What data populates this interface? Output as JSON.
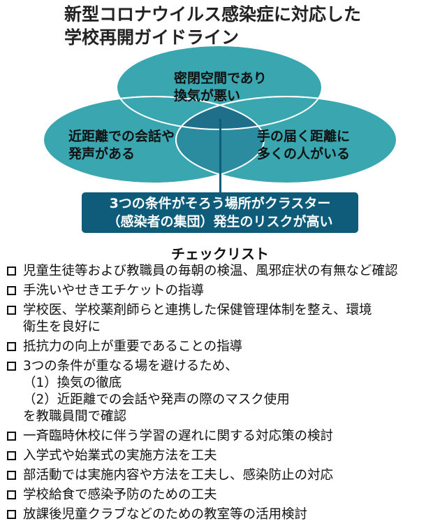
{
  "title": {
    "line1": "新型コロナウイルス感染症に対応した",
    "line2": "学校再開ガイドライン"
  },
  "venn": {
    "top": [
      "密閉空間であり",
      "換気が悪い"
    ],
    "left": [
      "近距離での会話や",
      "発声がある"
    ],
    "right": [
      "手の届く距離に",
      "多くの人がいる"
    ],
    "colors": {
      "circle": "#3aa6b0",
      "overlap": "#1f6f8b",
      "callout": "#0f5c7a"
    }
  },
  "callout": {
    "line1": "3つの条件がそろう場所がクラスター",
    "line2": "（感染者の集団）発生のリスクが高い"
  },
  "checklist": {
    "title": "チェックリスト",
    "items": [
      {
        "lines": [
          "児童生徒等および教職員の毎朝の検温、風邪症状の有無など確認"
        ]
      },
      {
        "lines": [
          "手洗いやせきエチケットの指導"
        ]
      },
      {
        "lines": [
          "学校医、学校薬剤師らと連携した保健管理体制を整え、環境",
          "衛生を良好に"
        ]
      },
      {
        "lines": [
          "抵抗力の向上が重要であることの指導"
        ]
      },
      {
        "lines": [
          "3つの条件が重なる場を避けるため、",
          "（1）換気の徹底",
          "（2）近距離での会話や発声の際のマスク使用",
          "を教職員間で確認"
        ]
      },
      {
        "lines": [
          "一斉臨時休校に伴う学習の遅れに関する対応策の検討"
        ]
      },
      {
        "lines": [
          "入学式や始業式の実施方法を工夫"
        ]
      },
      {
        "lines": [
          "部活動では実施内容や方法を工夫し、感染防止の対応"
        ]
      },
      {
        "lines": [
          "学校給食で感染予防のための工夫"
        ]
      },
      {
        "lines": [
          "放課後児童クラブなどのための教室等の活用検討"
        ]
      }
    ]
  }
}
